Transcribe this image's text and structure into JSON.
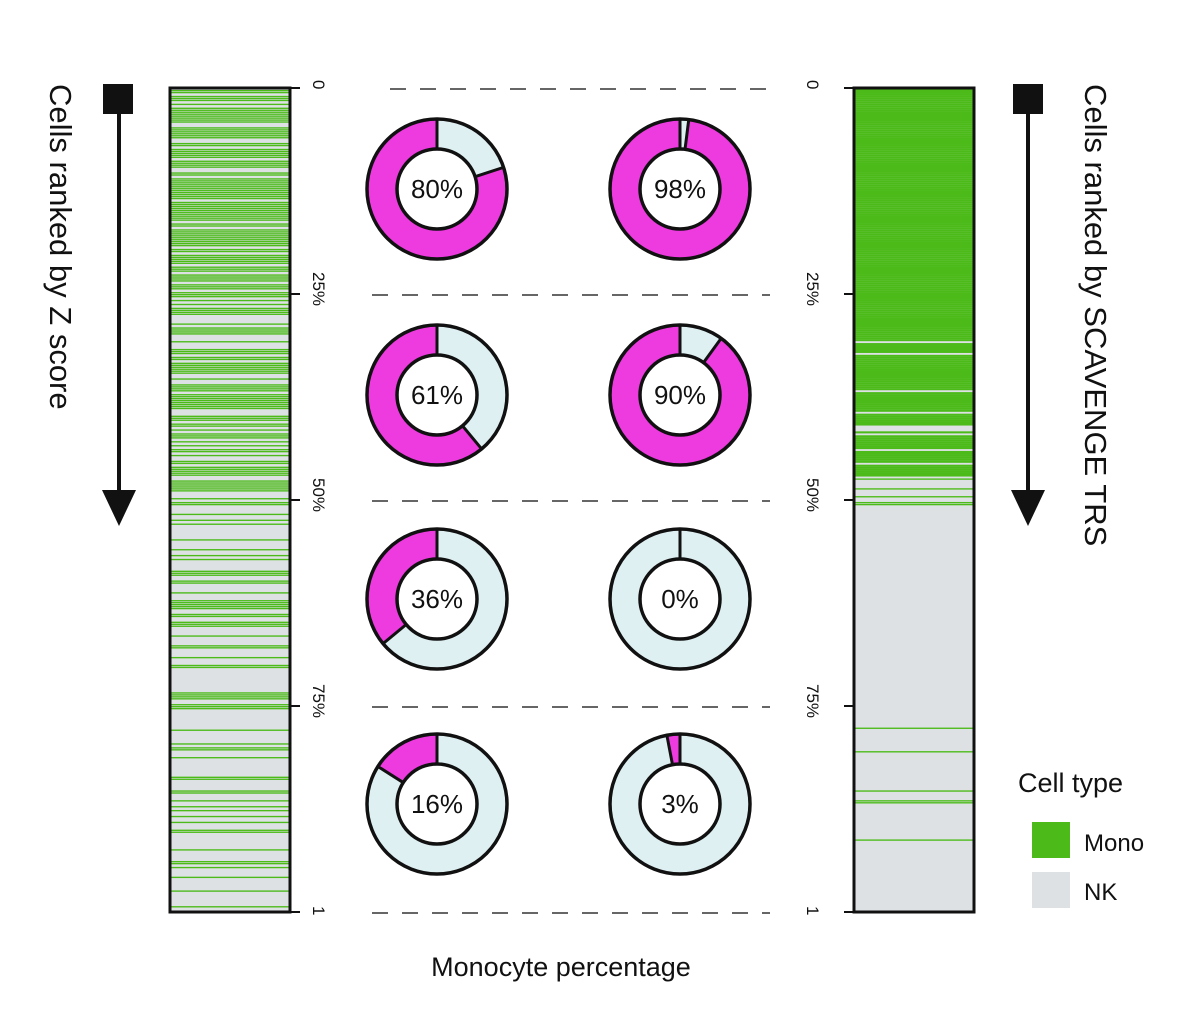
{
  "chart_data": {
    "type": "donut-panel",
    "xlabel": "Monocyte percentage",
    "left_axis_title": "Cells ranked by Z score",
    "right_axis_title": "Cells ranked by SCAVENGE TRS",
    "rank_ticks": [
      "0",
      "25%",
      "50%",
      "75%",
      "1"
    ],
    "bins": [
      "0–25%",
      "25–50%",
      "50–75%",
      "75–100%"
    ],
    "series": [
      {
        "method": "Z score",
        "monocyte_percent": [
          80,
          61,
          36,
          16
        ],
        "labels": [
          "80%",
          "61%",
          "36%",
          "16%"
        ]
      },
      {
        "method": "SCAVENGE TRS",
        "monocyte_percent": [
          98,
          90,
          0,
          3
        ],
        "labels": [
          "98%",
          "90%",
          "0%",
          "3%"
        ]
      }
    ],
    "legend": {
      "title": "Cell type",
      "items": [
        {
          "label": "Mono",
          "color": "#4cbb1a"
        },
        {
          "label": "NK",
          "color": "#dde1e3"
        }
      ]
    },
    "colors": {
      "donut_mono": "#ee3be0",
      "donut_nk": "#dff0f3",
      "bar_mono": "#4cbb1a",
      "bar_nk": "#dde1e3"
    },
    "heatmap_mono_fraction_by_bin": {
      "left": [
        0.8,
        0.61,
        0.36,
        0.16
      ],
      "right": [
        0.98,
        0.9,
        0.0,
        0.03
      ]
    }
  }
}
